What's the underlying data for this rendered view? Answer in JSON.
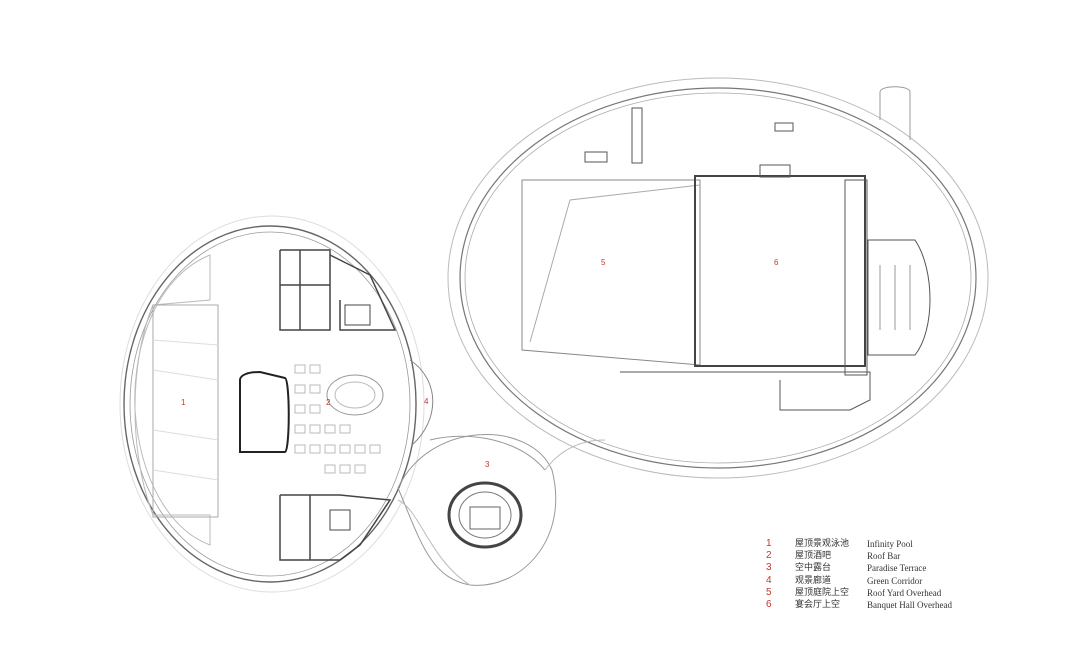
{
  "plan": {
    "zones": [
      {
        "num": "1",
        "cn": "屋顶景观泳池",
        "en": "Infinity Pool"
      },
      {
        "num": "2",
        "cn": "屋顶酒吧",
        "en": "Roof Bar"
      },
      {
        "num": "3",
        "cn": "空中露台",
        "en": "Paradise Terrace"
      },
      {
        "num": "4",
        "cn": "观景廊道",
        "en": "Green Corridor"
      },
      {
        "num": "5",
        "cn": "屋顶庭院上空",
        "en": "Roof Yard Overhead"
      },
      {
        "num": "6",
        "cn": "宴会厅上空",
        "en": "Banquet Hall Overhead"
      }
    ]
  },
  "colors": {
    "line": "#555555",
    "lightline": "#bbbbbb",
    "accent": "#c0392b"
  }
}
